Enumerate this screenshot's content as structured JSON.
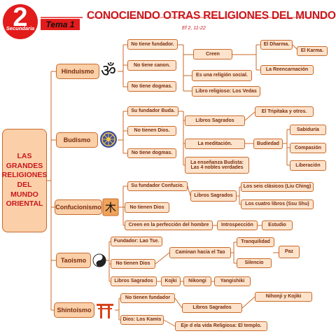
{
  "header": {
    "badge_number": "2",
    "badge_label": "Secundaria",
    "tema": "Tema 1",
    "title": "CONOCIENDO OTRAS RELIGIONES DEL MUNDO",
    "reference": "Ef 2, 11-22"
  },
  "root": {
    "line1": "LAS",
    "line2": "GRANDES",
    "line3": "RELIGIONES",
    "line4": "DEL",
    "line5": "MUNDO",
    "line6": "ORIENTAL"
  },
  "hinduismo": {
    "label": "Hinduismo",
    "icon": "om-icon",
    "no_fundador": "No tiene fundador.",
    "no_canon": "No tiene canon.",
    "no_dogmas": "No tiene dogmas.",
    "creen": "Creen",
    "dharma": "El Dharma.",
    "karma": "El Karma.",
    "reencarnacion": "La Reencarnación",
    "social": "Es una religión social.",
    "vedas": "Libro religioso: Los Vedas"
  },
  "budismo": {
    "label": "Budismo",
    "icon": "dharma-wheel-icon",
    "fundador": "Su fundador Buda.",
    "no_dioses": "No tienen Dios.",
    "no_dogmas": "No tiene dogmas.",
    "libros": "Libros Sagrados",
    "tripitaka": "El Tripitaka y otros.",
    "meditacion": "La meditación.",
    "budiedad": "Budiedad",
    "sabiduria": "Sabiduría",
    "compasion": "Compasión",
    "liberacion": "Liberación",
    "verdades_1": "La enseñanza Budista:",
    "verdades_2": "Las 4 nobles verdades"
  },
  "confucionismo": {
    "label": "Confucionismo",
    "icon": "confucian-symbol-icon",
    "fundador": "Su fundador Confucio.",
    "no_dios": "No tienen Dios",
    "libros": "Libros Sagrados",
    "clasicos": "Los seis clásicos (Liu Ching)",
    "cuatro": "Los cuatro libros (Ssu Shu)",
    "perfeccion": "Creen en la perfección del hombre",
    "introspeccion": "Introspección",
    "estudio": "Estudio"
  },
  "taoismo": {
    "label": "Taoísmo",
    "icon": "yin-yang-icon",
    "fundador": "Fundador: Lao Tse.",
    "no_dios": "No tienen Dios",
    "camino": "Caminan hacia el Tao",
    "tranquilidad": "Tranquilidad",
    "silencio": "Silencio",
    "paz": "Paz",
    "libros": "Libros Sagrados",
    "kojiki": "Kojki",
    "nikongi": "Nikongi",
    "yangishiki": "Yangishiki"
  },
  "shintoismo": {
    "label": "Shintoismo",
    "icon": "torii-gate-icon",
    "no_fundador": "No tienen fundador",
    "libros": "Libros Sagrados",
    "nihonji": "Nihonji y Kojiki",
    "dios": "Dios: Los Kamis",
    "eje": "Eje d ela vida Religiosa: El templo."
  },
  "colors": {
    "accent": "#e21b1b",
    "title": "#c8171c",
    "node_fill": "#fde3cc",
    "node_border": "#c86a2a",
    "text": "#7a2d0c"
  }
}
